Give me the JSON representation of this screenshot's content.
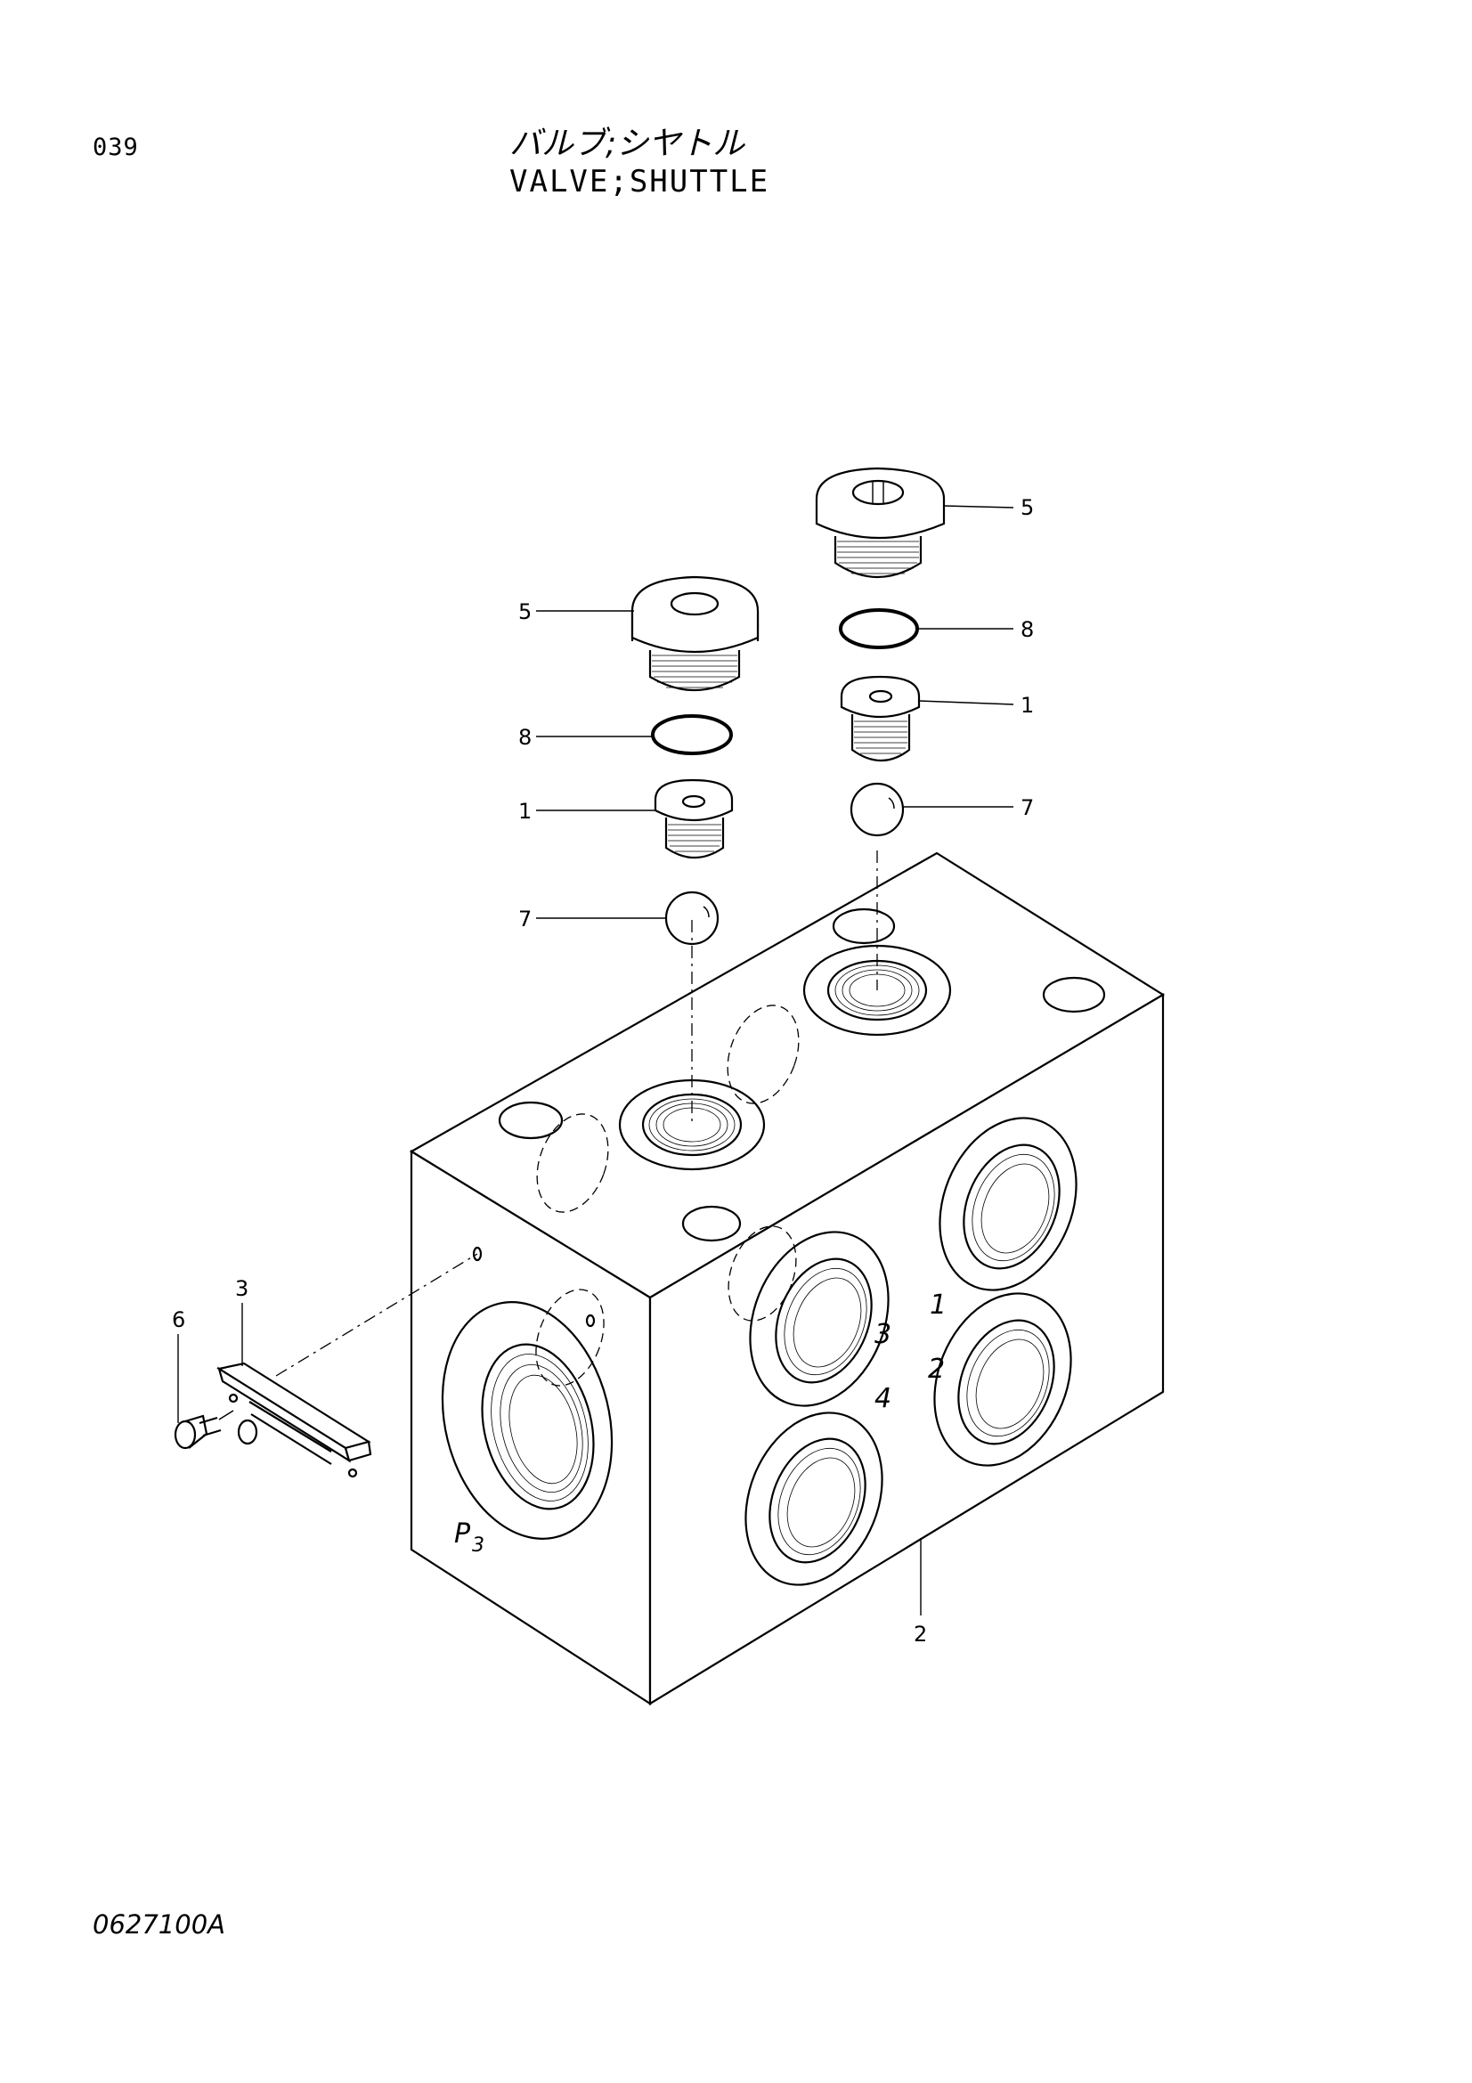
{
  "header": {
    "page_number": "039",
    "title_jp": "バルブ;シヤトル",
    "title_en": "VALVE;SHUTTLE"
  },
  "footer": {
    "drawing_number": "0627100A"
  },
  "callouts": {
    "c5_right": "5",
    "c8_right": "8",
    "c1_right": "1",
    "c7_right": "7",
    "c5_left": "5",
    "c8_left": "8",
    "c1_left": "1",
    "c7_left": "7",
    "c3": "3",
    "c6": "6",
    "c2": "2"
  },
  "port_labels": {
    "p3_main": "P",
    "p3_sub": "3",
    "port1": "1",
    "port2": "2",
    "port3": "3",
    "port4": "4"
  }
}
